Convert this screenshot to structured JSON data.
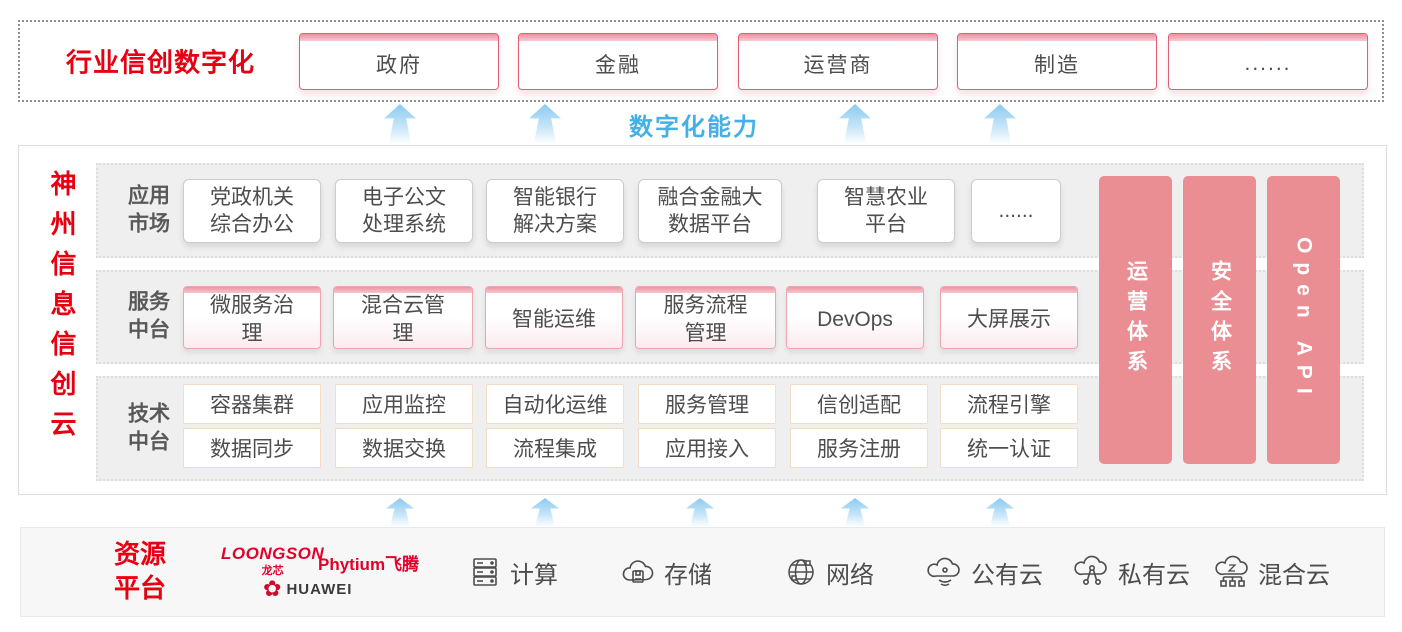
{
  "colors": {
    "brand_red": "#e60012",
    "pillar_pink": "#eb8e94",
    "capability_blue": "#45b0e5",
    "arrow_blue": "#8ccaf0"
  },
  "top_banner": {
    "title": "行业信创数字化",
    "sectors": [
      {
        "label": "政府"
      },
      {
        "label": "金融"
      },
      {
        "label": "运营商"
      },
      {
        "label": "制造"
      },
      {
        "label": "......"
      }
    ]
  },
  "capability": {
    "label": "数字化能力"
  },
  "main": {
    "side_title": "神州信息信创云",
    "app_row": {
      "label": "应用市场",
      "boxes": [
        "党政机关综合办公",
        "电子公文处理系统",
        "智能银行解决方案",
        "融合金融大数据平台",
        "智慧农业平台",
        "......"
      ]
    },
    "service_row": {
      "label": "服务中台",
      "boxes": [
        "微服务治理",
        "混合云管理",
        "智能运维",
        "服务流程管理",
        "DevOps",
        "大屏展示"
      ]
    },
    "tech_row": {
      "label": "技术中台",
      "line1": [
        "容器集群",
        "应用监控",
        "自动化运维",
        "服务管理",
        "信创适配",
        "流程引擎"
      ],
      "line2": [
        "数据同步",
        "数据交换",
        "流程集成",
        "应用接入",
        "服务注册",
        "统一认证"
      ]
    },
    "pillars": [
      "运营体系",
      "安全体系",
      "Open API"
    ]
  },
  "resource": {
    "title": "资源平台",
    "vendors": {
      "loongson": "LOONGSON",
      "loongson_cn": "龙芯",
      "phytium": "Phytium飞腾",
      "huawei": "HUAWEI"
    },
    "items": [
      {
        "icon": "compute-server-icon",
        "label": "计算"
      },
      {
        "icon": "storage-cloud-icon",
        "label": "存储"
      },
      {
        "icon": "network-globe-icon",
        "label": "网络"
      },
      {
        "icon": "public-cloud-icon",
        "label": "公有云"
      },
      {
        "icon": "private-cloud-icon",
        "label": "私有云"
      },
      {
        "icon": "hybrid-cloud-icon",
        "label": "混合云"
      }
    ]
  }
}
